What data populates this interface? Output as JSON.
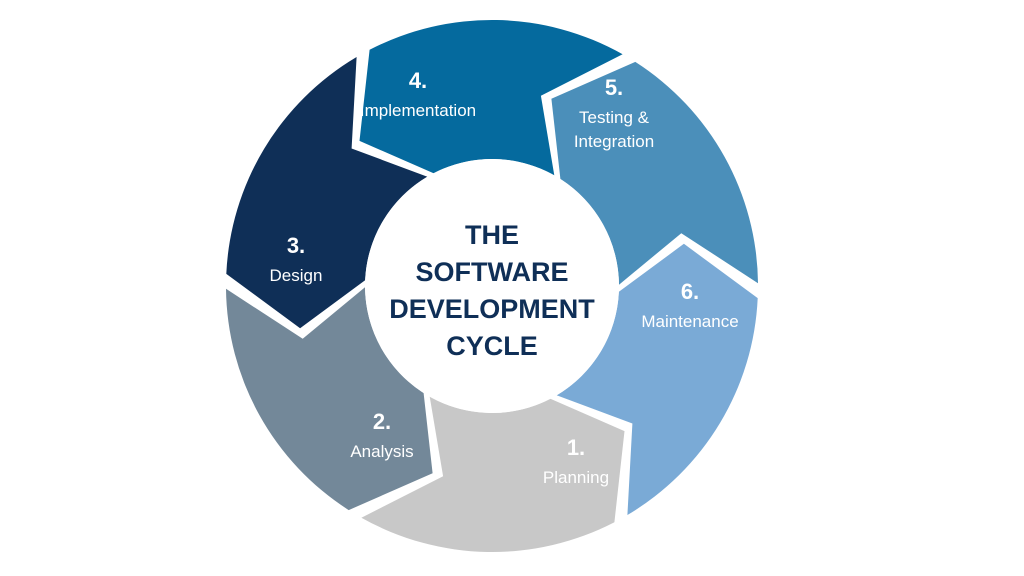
{
  "title_lines": [
    "THE",
    "SOFTWARE",
    "DEVELOPMENT",
    "CYCLE"
  ],
  "colors": {
    "title": "#0f2f57",
    "background": "#ffffff"
  },
  "stages": [
    {
      "number": "1.",
      "lines": [
        "Planning"
      ],
      "color": "#7aaad6"
    },
    {
      "number": "2.",
      "lines": [
        "Analysis"
      ],
      "color": "#c8c8c8"
    },
    {
      "number": "3.",
      "lines": [
        "Design"
      ],
      "color": "#738899"
    },
    {
      "number": "4.",
      "lines": [
        "Implementation"
      ],
      "color": "#0f2f57"
    },
    {
      "number": "5.",
      "lines": [
        "Testing &",
        "Integration"
      ],
      "color": "#056a9e"
    },
    {
      "number": "6.",
      "lines": [
        "Maintenance"
      ],
      "color": "#4b8fba"
    }
  ]
}
